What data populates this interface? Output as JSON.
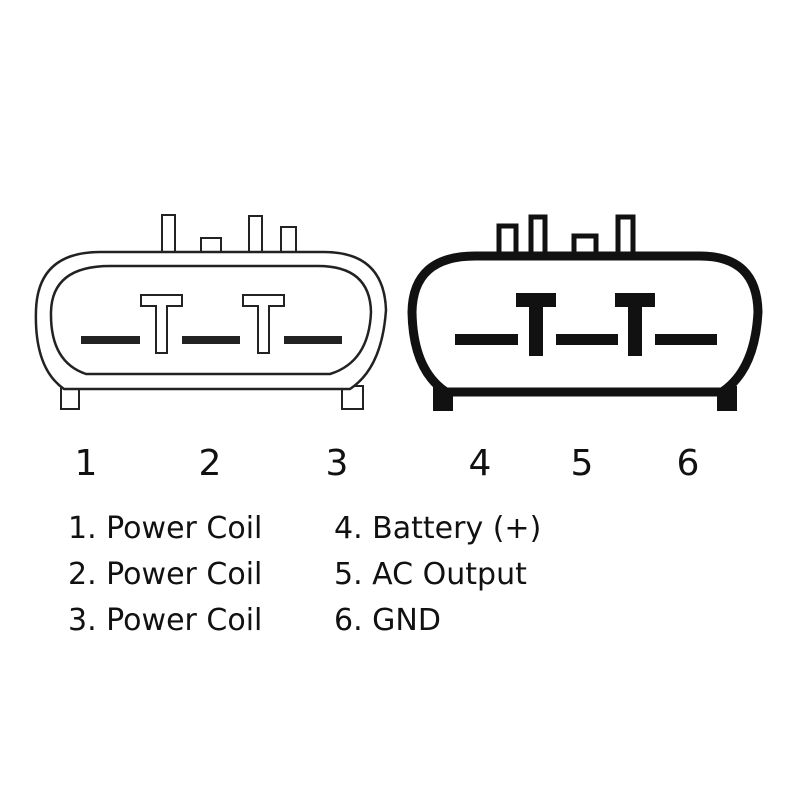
{
  "connectors": [
    {
      "style": "thin-outline",
      "pins": [
        "1",
        "2",
        "3"
      ]
    },
    {
      "style": "bold-outline",
      "pins": [
        "4",
        "5",
        "6"
      ]
    }
  ],
  "legend": {
    "left": [
      "1. Power Coil",
      "2. Power Coil",
      "3. Power Coil"
    ],
    "right": [
      "4. Battery (+)",
      "5. AC Output",
      "6. GND"
    ]
  }
}
